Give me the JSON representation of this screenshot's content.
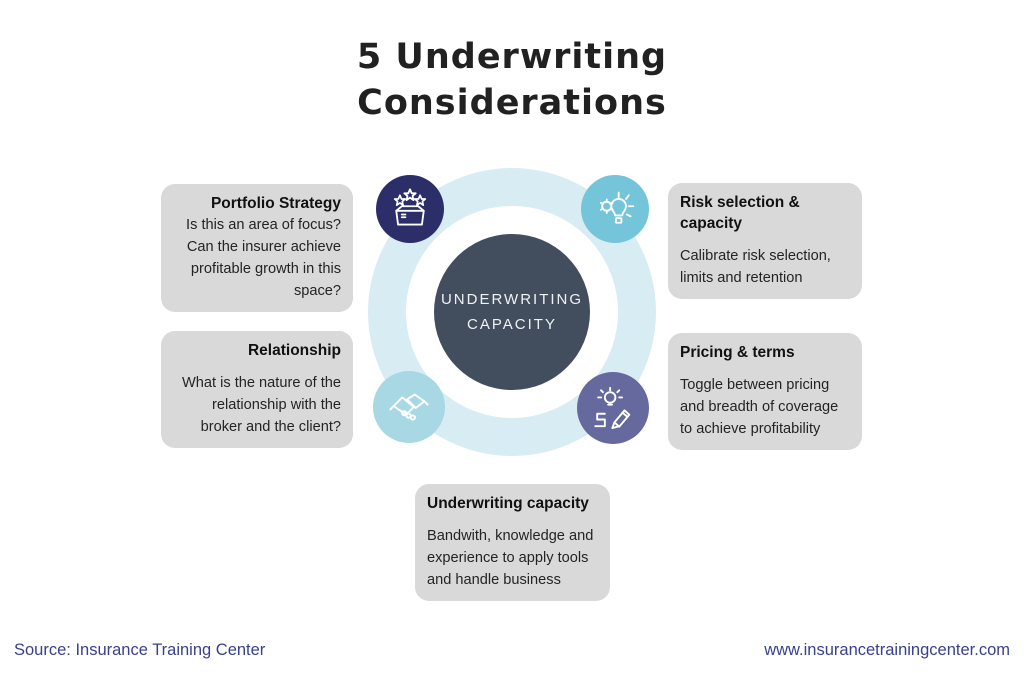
{
  "title": {
    "line1": "5 Underwriting",
    "line2": "Considerations"
  },
  "center": {
    "line1": "UNDERWRITING",
    "line2": "CAPACITY"
  },
  "icons": {
    "portfolio": "stars-box-icon",
    "risk": "idea-gear-icon",
    "relationship": "handshake-icon",
    "pricing": "idea-pencil-icon"
  },
  "cards": {
    "portfolio": {
      "heading": "Portfolio Strategy",
      "body": "Is this an area of focus? Can the insurer achieve profitable growth in this space?"
    },
    "risk": {
      "heading": "Risk selection & capacity",
      "body": "Calibrate risk selection, limits and retention"
    },
    "relationship": {
      "heading": "Relationship",
      "body": "What is the nature of the relationship with the broker and the client?"
    },
    "pricing": {
      "heading": "Pricing & terms",
      "body": "Toggle between pricing and breadth of coverage to achieve profitability"
    },
    "capacity": {
      "heading": "Underwriting capacity",
      "body": "Bandwith, knowledge and experience to apply tools and handle business"
    }
  },
  "footer": {
    "source": "Source: Insurance Training Center",
    "website": "www.insurancetrainingcenter.com"
  },
  "colors": {
    "background": "#ffffff",
    "card_bg": "#d9d9d9",
    "outer_ring": "#d8ecf4",
    "center_circle": "#424e5e",
    "icon_navy": "#2b2e68",
    "icon_teal": "#74c5da",
    "icon_lightblue": "#a7d8e3",
    "icon_purple": "#66699e",
    "title_text": "#212121",
    "footer_text": "#3a3f8e"
  }
}
